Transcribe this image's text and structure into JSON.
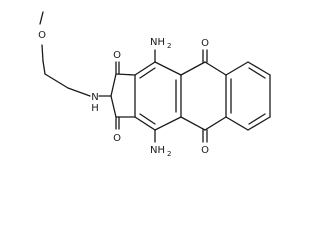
{
  "atom_labels": {
    "methoxy_oxygen": "O",
    "amine_nitrogen": "N",
    "amine_hydrogen": "H",
    "amino_top_main": "NH",
    "amino_top_sub": "2",
    "amino_bottom_main": "NH",
    "amino_bottom_sub": "2",
    "ketone_o_1": "O",
    "ketone_o_2": "O",
    "quinone_o_top": "O",
    "quinone_o_bottom": "O"
  }
}
